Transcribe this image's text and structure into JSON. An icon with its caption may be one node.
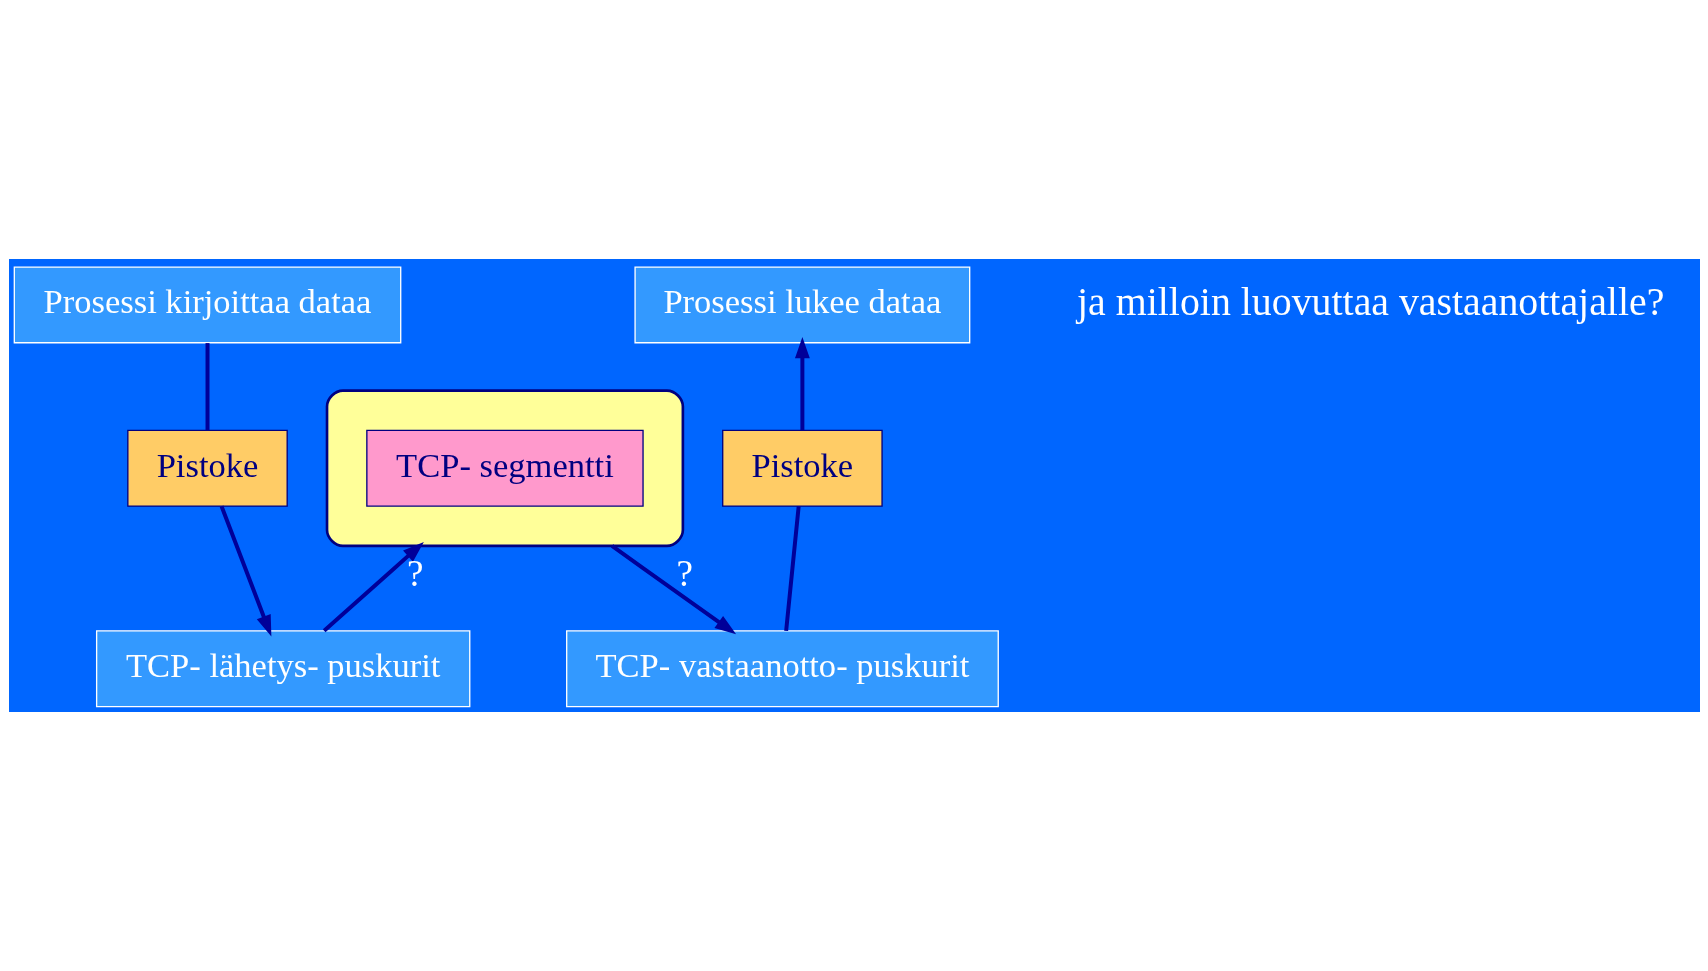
{
  "diagram": {
    "nodes": [
      {
        "text": [
          "Prosessi kirjoittaa dataa"
        ]
      },
      {
        "text": [
          "Pistoke"
        ]
      },
      {
        "text": [
          "TCP- lähetys- puskurit"
        ]
      },
      {
        "text": [],
        "shape": "cloud"
      },
      {
        "text": [
          "TCP- segmentti"
        ],
        "in": 3
      },
      {
        "text": [
          "Prosessi lukee dataa"
        ]
      },
      {
        "text": [
          "Pistoke"
        ]
      },
      {
        "text": [
          "TCP- vastaanotto- puskurit"
        ]
      }
    ],
    "edges": [
      {
        "from": 0,
        "to": 1,
        "arrow": "none"
      },
      {
        "from": 1,
        "to": 2,
        "arrow": "to"
      },
      {
        "from": 2,
        "to": 3,
        "arrow": "to",
        "label": "?"
      },
      {
        "from": 3,
        "to": 7,
        "arrow": "to",
        "label": "?"
      },
      {
        "from": 7,
        "to": 6,
        "arrow": "none"
      },
      {
        "from": 6,
        "to": 5,
        "arrow": "to"
      }
    ],
    "labels": [
      "ja milloin luovuttaa vastaanottajalle?"
    ]
  }
}
